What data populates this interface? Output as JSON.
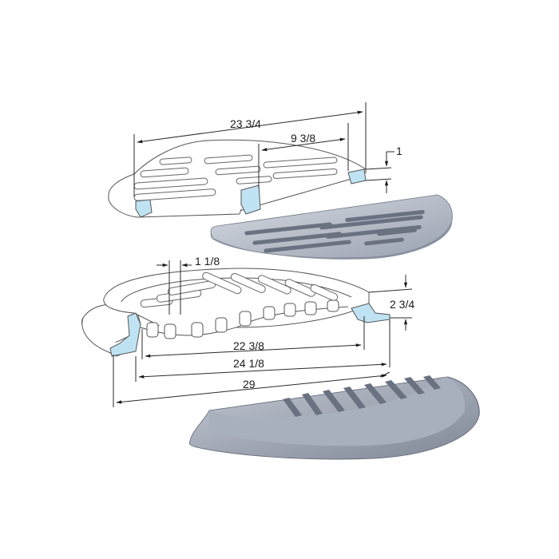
{
  "dimensions": {
    "top_overall": "23 3/4",
    "top_partial": "9 3/8",
    "top_thickness": "1",
    "lower_slot": "1 1/8",
    "lower_height": "2 3/4",
    "lower_inner": "22 3/8",
    "lower_middle": "24 1/8",
    "lower_outer": "29"
  },
  "colors": {
    "section_cut": "#bfe3f2",
    "cast_iron_light": "#c9ced8",
    "cast_iron_dark": "#7f8796",
    "line": "#2a2a2a"
  }
}
